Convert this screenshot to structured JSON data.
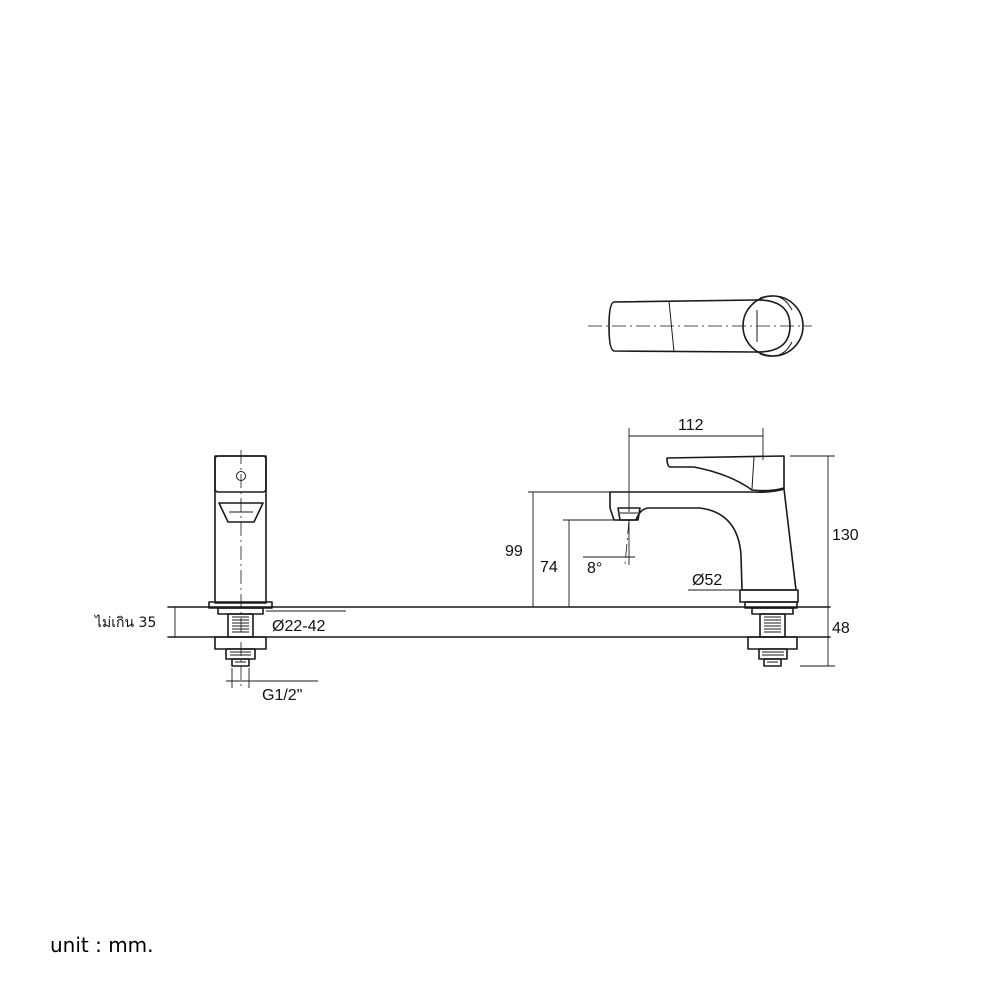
{
  "dimensions": {
    "spout_reach": "112",
    "total_height": "130",
    "spout_height": "99",
    "outlet_height": "74",
    "outlet_angle": "8°",
    "base_diameter": "Ø52",
    "below_deck_length": "48",
    "deck_thickness": "ไม่เกิน 35",
    "hole_diameter": "Ø22-42",
    "thread_size": "G1/2\""
  },
  "unit_note": "unit : mm."
}
